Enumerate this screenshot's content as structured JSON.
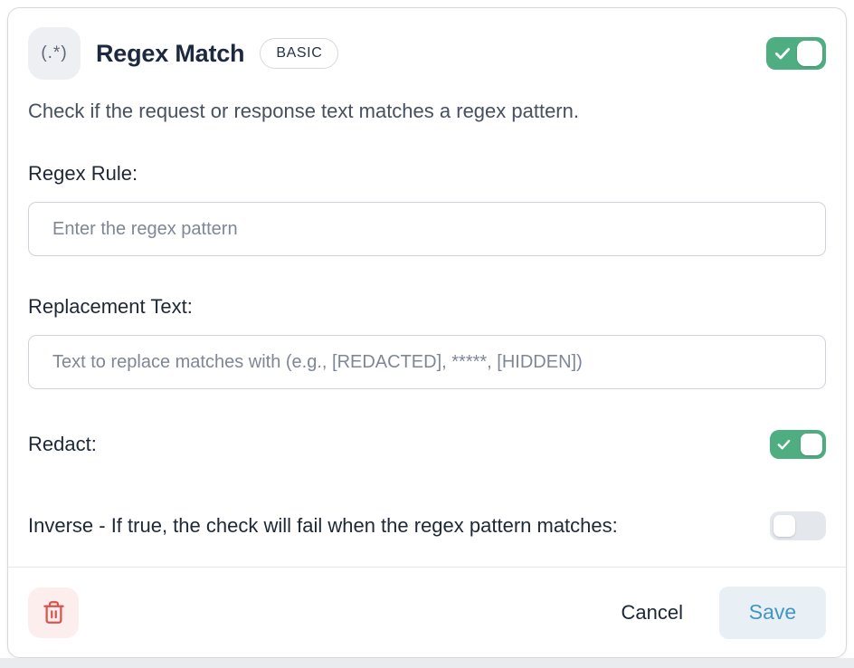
{
  "card": {
    "header": {
      "icon_glyph": "(.*)",
      "title": "Regex Match",
      "badge": "BASIC",
      "enabled_toggle_state": "on"
    },
    "description": "Check if the request or response text matches a regex pattern.",
    "fields": {
      "regex_rule": {
        "label": "Regex Rule:",
        "placeholder": "Enter the regex pattern",
        "value": ""
      },
      "replacement_text": {
        "label": "Replacement Text:",
        "placeholder": "Text to replace matches with (e.g., [REDACTED], *****, [HIDDEN])",
        "value": ""
      },
      "redact": {
        "label": "Redact:",
        "state": "on"
      },
      "inverse": {
        "label": "Inverse - If true, the check will fail when the regex pattern matches:",
        "state": "off"
      }
    },
    "footer": {
      "delete_icon": "trash-icon",
      "cancel_label": "Cancel",
      "save_label": "Save"
    },
    "colors": {
      "toggle_on_green": "#4fae81",
      "toggle_off_gray": "#e4e7ec",
      "save_bg": "#e8f0f5",
      "save_text": "#4296c0",
      "delete_bg": "#fdeeee",
      "delete_icon_red": "#d9534f",
      "title_navy": "#1c2940"
    }
  }
}
